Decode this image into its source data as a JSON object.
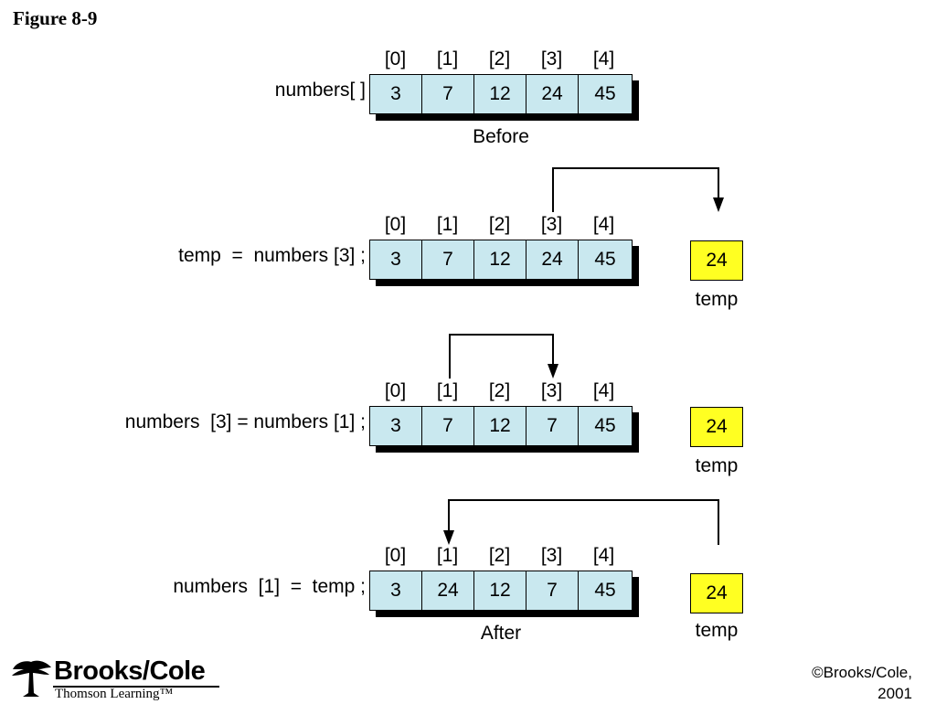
{
  "figure_title": "Figure 8-9",
  "indices": [
    "[0]",
    "[1]",
    "[2]",
    "[3]",
    "[4]"
  ],
  "rows": [
    {
      "statement": "numbers[ ]",
      "values": [
        "3",
        "7",
        "12",
        "24",
        "45"
      ],
      "caption": "Before"
    },
    {
      "statement": "temp  =  numbers [3] ;",
      "values": [
        "3",
        "7",
        "12",
        "24",
        "45"
      ],
      "temp_value": "24",
      "temp_label": "temp"
    },
    {
      "statement": "numbers  [3] = numbers [1] ;",
      "values": [
        "3",
        "7",
        "12",
        "7",
        "45"
      ],
      "temp_value": "24",
      "temp_label": "temp"
    },
    {
      "statement": "numbers  [1]  =  temp ;",
      "values": [
        "3",
        "24",
        "12",
        "7",
        "45"
      ],
      "caption": "After",
      "temp_value": "24",
      "temp_label": "temp"
    }
  ],
  "logo": {
    "name": "Brooks/Cole",
    "subtitle": "Thomson Learning™"
  },
  "copyright": [
    "©Brooks/Cole,",
    "2001"
  ],
  "colors": {
    "array_fill": "#c9e8ef",
    "temp_fill": "#ffff22",
    "shadow": "#000000"
  }
}
